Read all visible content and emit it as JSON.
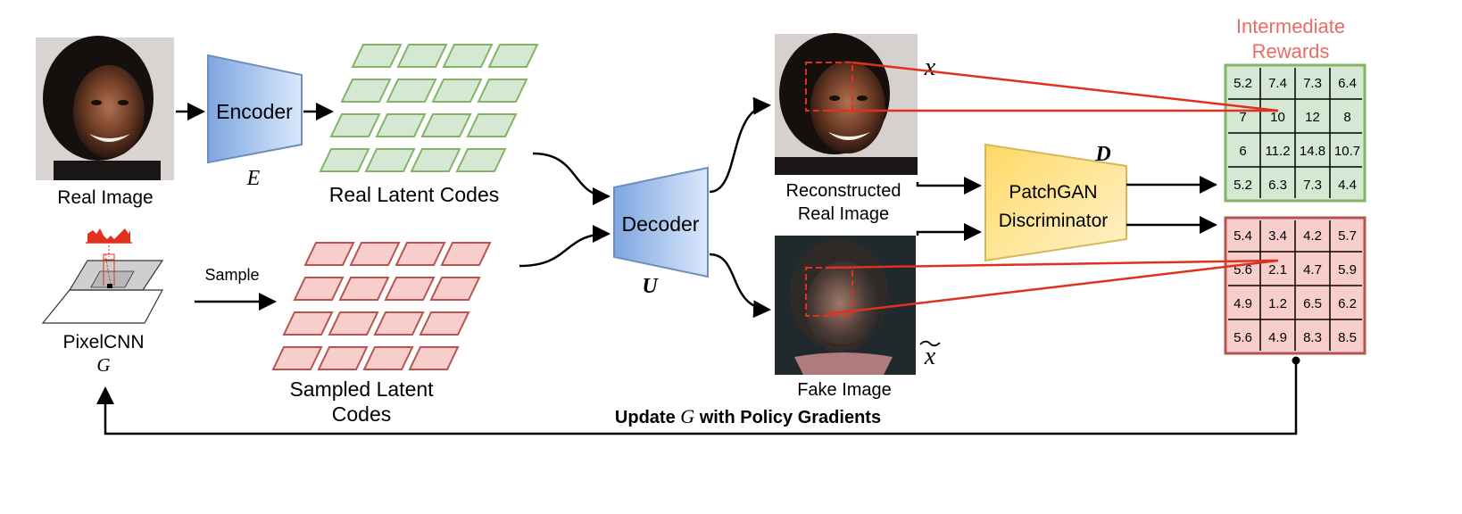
{
  "labels": {
    "real_image": "Real Image",
    "encoder": "Encoder",
    "encoder_symbol": "E",
    "real_latent_codes": "Real Latent Codes",
    "pixelcnn": "PixelCNN",
    "pixelcnn_symbol": "G",
    "sample": "Sample",
    "sampled_latent_codes_line1": "Sampled Latent",
    "sampled_latent_codes_line2": "Codes",
    "decoder": "Decoder",
    "decoder_symbol": "U",
    "x_symbol": "x",
    "x_tilde_symbol": "x",
    "reconstructed_line1": "Reconstructed",
    "reconstructed_line2": "Real Image",
    "fake_image": "Fake Image",
    "discriminator_line1": "PatchGAN",
    "discriminator_line2": "Discriminator",
    "discriminator_symbol": "D",
    "rewards_title_line1": "Intermediate",
    "rewards_title_line2": "Rewards",
    "update_prefix": "Update ",
    "update_symbol": "G",
    "update_suffix": " with Policy Gradients"
  },
  "rewards_real": [
    [
      "5.2",
      "7.4",
      "7.3",
      "6.4"
    ],
    [
      "7",
      "10",
      "12",
      "8"
    ],
    [
      "6",
      "11.2",
      "14.8",
      "10.7"
    ],
    [
      "5.2",
      "6.3",
      "7.3",
      "4.4"
    ]
  ],
  "rewards_fake": [
    [
      "5.4",
      "3.4",
      "4.2",
      "5.7"
    ],
    [
      "5.6",
      "2.1",
      "4.7",
      "5.9"
    ],
    [
      "4.9",
      "1.2",
      "6.5",
      "6.2"
    ],
    [
      "5.6",
      "4.9",
      "8.3",
      "8.5"
    ]
  ],
  "colors": {
    "green_fill": "#d5e8d4",
    "green_stroke": "#82b366",
    "red_fill": "#f8cecc",
    "red_stroke": "#b85450",
    "blue_fill": "#dae8fc",
    "blue_stroke": "#6c8ebf",
    "yellow_fill": "#ffe680",
    "yellow_stroke": "#d6b656",
    "highlight_red": "#e0301e",
    "rewards_title": "#ea6b66"
  }
}
